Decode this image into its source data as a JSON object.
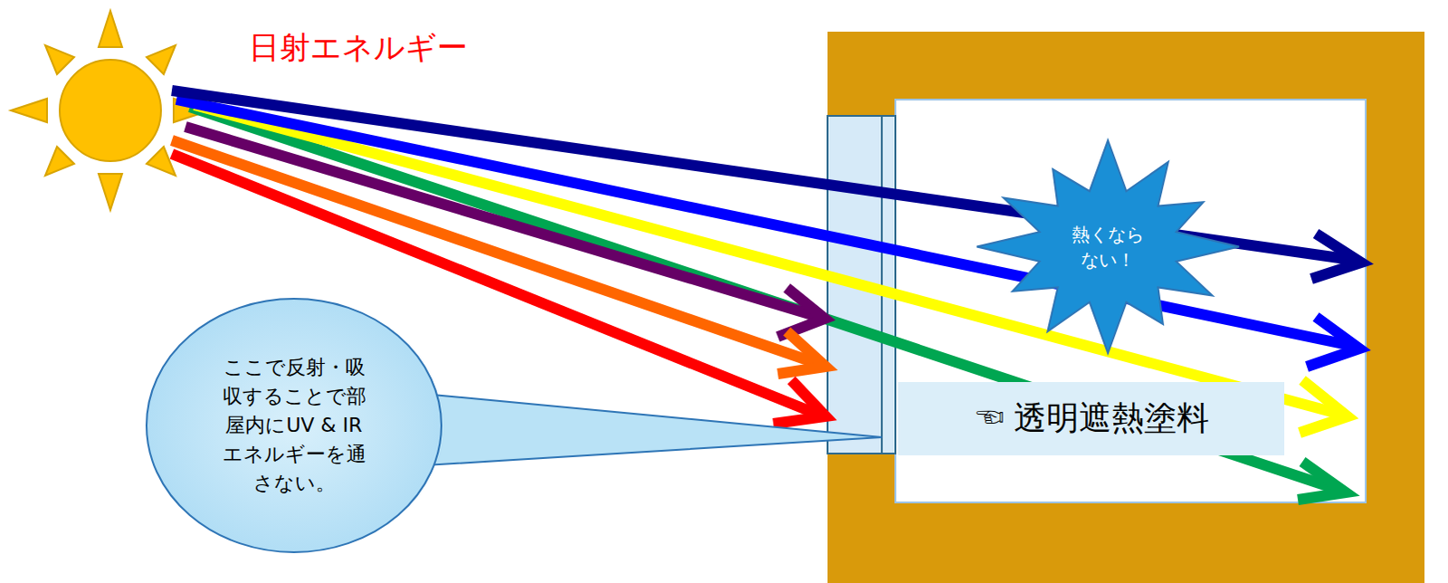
{
  "diagram": {
    "nodes": [
      {
        "text": [
          "ここで反射・吸 収することで部 屋内にUV & IR エネルギーを通 さない。"
        ]
      },
      {
        "text": [
          "熱くなら ない！"
        ]
      },
      {
        "text": [
          "☜ 透明遮熱塗料"
        ]
      }
    ],
    "labels": [
      "日射エネルギー"
    ]
  }
}
